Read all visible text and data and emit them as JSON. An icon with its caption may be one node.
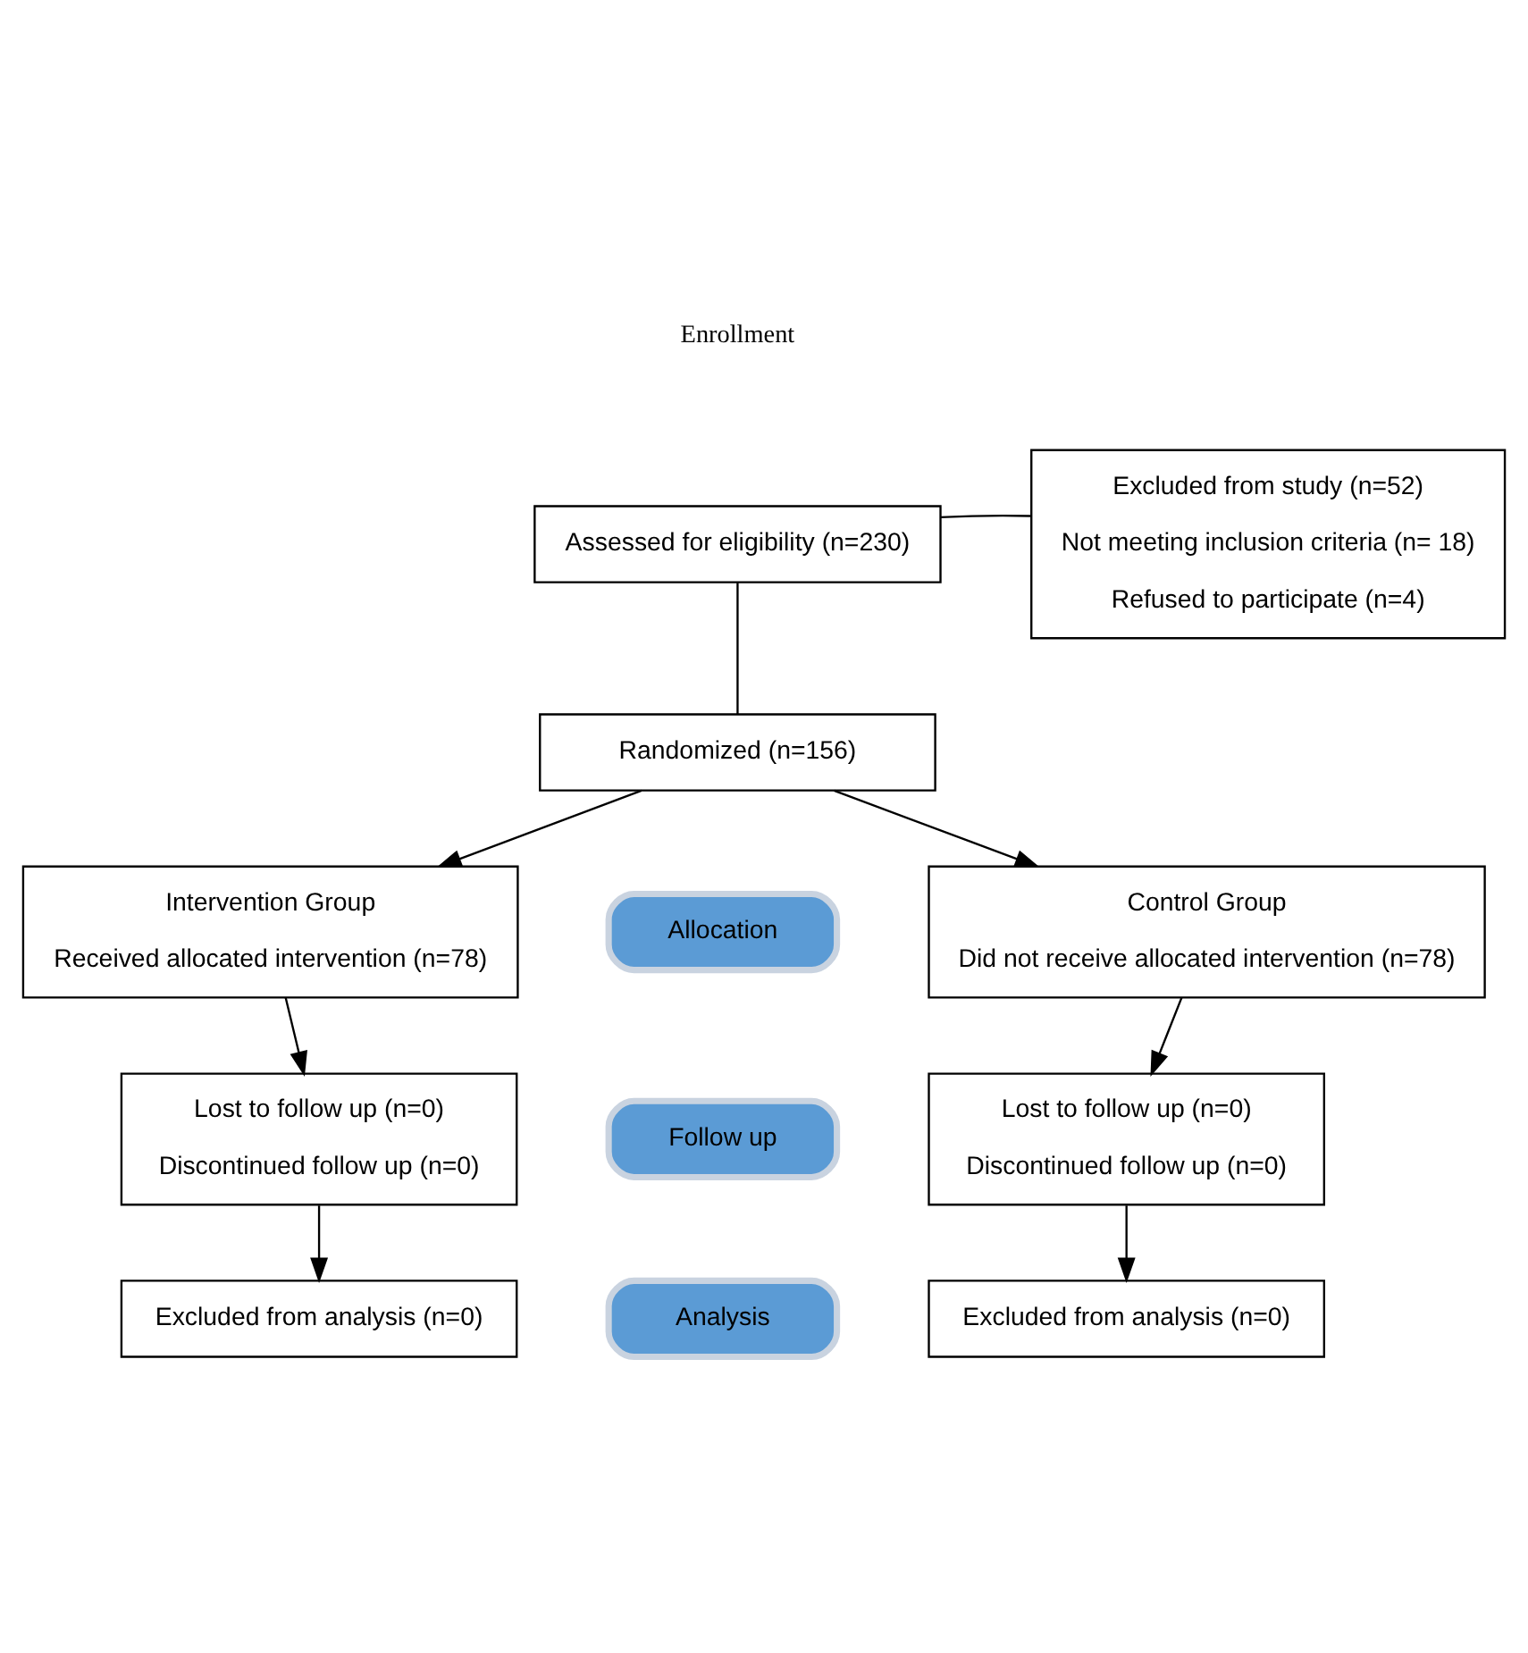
{
  "diagram": {
    "nodes": [
      {
        "text": [
          "Assessed for eligibility (n=230)"
        ]
      },
      {
        "text": [
          "Excluded from study (n=52)",
          "Not meeting inclusion criteria (n= 18)",
          "Refused to participate (n=4)"
        ]
      },
      {
        "text": [
          "Randomized (n=156)"
        ]
      },
      {
        "text": [
          "Intervention Group",
          "Received allocated intervention (n=78)"
        ]
      },
      {
        "text": [
          "Allocation"
        ]
      },
      {
        "text": [
          "Control Group",
          "Did not receive allocated intervention (n=78)"
        ]
      },
      {
        "text": [
          "Lost to follow up (n=0)",
          "Discontinued follow up (n=0)"
        ]
      },
      {
        "text": [
          "Follow up"
        ]
      },
      {
        "text": [
          "Lost to follow up (n=0)",
          "Discontinued follow up (n=0)"
        ]
      },
      {
        "text": [
          "Excluded from analysis (n=0)"
        ]
      },
      {
        "text": [
          "Analysis"
        ]
      },
      {
        "text": [
          "Excluded from analysis (n=0)"
        ]
      }
    ],
    "edges": [
      {
        "from": 0,
        "to": 2,
        "arrow": "none"
      },
      {
        "from": 0,
        "to": 1,
        "arrow": "none"
      },
      {
        "from": 2,
        "to": 3,
        "arrow": "to"
      },
      {
        "from": 2,
        "to": 5,
        "arrow": "to"
      },
      {
        "from": 3,
        "to": 6,
        "arrow": "to"
      },
      {
        "from": 5,
        "to": 8,
        "arrow": "to"
      },
      {
        "from": 6,
        "to": 9,
        "arrow": "to"
      },
      {
        "from": 8,
        "to": 11,
        "arrow": "to"
      }
    ],
    "labels": [
      "Enrollment"
    ]
  }
}
